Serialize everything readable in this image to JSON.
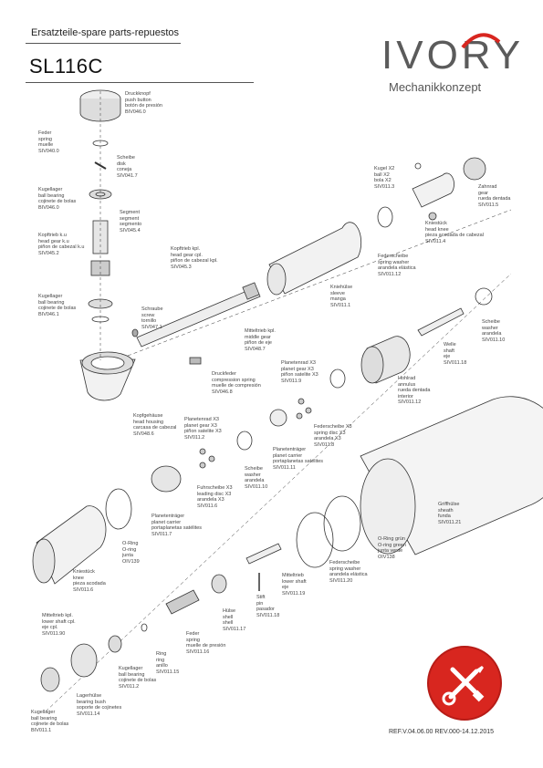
{
  "header": {
    "doc_title": "Ersatzteile-spare parts-repuestos",
    "model": "SL116C"
  },
  "logo": {
    "word": "IVORY",
    "subtitle": "Mechanikkonzept",
    "color": "#5b5b5b",
    "arc_color": "#d8261f"
  },
  "badge": {
    "icon": "wrench-screwdriver-icon",
    "color": "#d8261f"
  },
  "footer": {
    "reference": "REF.V.04.06.00 REV.000-14.12.2015"
  },
  "parts": [
    {
      "id": "druckknopf",
      "text": "Druckknopf\npush button\nbotón de presión\nBIV046.0"
    },
    {
      "id": "feder-1",
      "text": "Feder\nspring\nmuelle\nSIV040.0"
    },
    {
      "id": "scheibe-1",
      "text": "Scheibe\ndisk\nconeja\nSIV041.7"
    },
    {
      "id": "kugellager-1",
      "text": "Kugellager\nball bearing\ncojinete de bolas\nBIV046.0"
    },
    {
      "id": "segment",
      "text": "Segment\nsegment\nsegmento\nSIV045.4"
    },
    {
      "id": "kopftrieb-ku",
      "text": "Kopftrieb k.u\nhead gear k.u\npiñon de cabezal k.u\nSIV045.2"
    },
    {
      "id": "kopftrieb-kpl",
      "text": "Kopftrieb kpl.\nhead gear cpl.\npiñon de cabezal kpl.\nSIV045.3"
    },
    {
      "id": "kugellager-2",
      "text": "Kugellager\nball bearing\ncojinete de bolas\nBIV046.1"
    },
    {
      "id": "schraube",
      "text": "Schraube\nscrew\ntornillo\nSIV047.1"
    },
    {
      "id": "kugel",
      "text": "Kugel X2\nball X2\nbola X2\nSIV011.3"
    },
    {
      "id": "zahnrad",
      "text": "Zahnrad\ngear\nrueda dentada\nSIV011.5"
    },
    {
      "id": "kniestueck-kopf",
      "text": "Kniestück\nhead knee\npieza acodada de cabezal\nSIV011.4"
    },
    {
      "id": "federscheibe-1",
      "text": "Federscheibe\nspring washer\narandela elástica\nSIV011.12"
    },
    {
      "id": "kniehuelse",
      "text": "Kniehülse\nsleeve\nmanga\nSIV011.1"
    },
    {
      "id": "mitteltrieb-kpl",
      "text": "Mitteltrieb kpl.\nmiddle gear\npiñon de eje\nSIV048.7"
    },
    {
      "id": "scheibe-2",
      "text": "Scheibe\nwasher\narandela\nSIV011.10"
    },
    {
      "id": "welle",
      "text": "Welle\nshaft\neje\nSIV011.18"
    },
    {
      "id": "druckfeder",
      "text": "Druckfeder\ncompression spring\nmuelle de compresión\nSIV046.8"
    },
    {
      "id": "planetenrad-1",
      "text": "Planetenrad X3\nplanet gear X3\npiñon satelite X3\nSIV011.9"
    },
    {
      "id": "hohlrad",
      "text": "Hohlrad\nannulus\nrueda dentada\ninterior\nSIV011.12"
    },
    {
      "id": "kopfgehaeuse",
      "text": "Kopfgehäuse\nhead housing\ncarcasa de cabezal\nSIV048.6"
    },
    {
      "id": "planetenrad-2",
      "text": "Planetenrad X3\nplanet gear X3\npiñon satelite X3\nSIV011.2"
    },
    {
      "id": "federscheibe-x3",
      "text": "Federscheibe X3\nspring disc X3\narandela X3\nSIV011.8"
    },
    {
      "id": "planetentraeger",
      "text": "Planetenträger\nplanet carrier\nportaplanetas satélites\nSIV011.11"
    },
    {
      "id": "scheibe-3",
      "text": "Scheibe\nwasher\narandela\nSIV011.10"
    },
    {
      "id": "fuehrscheibe",
      "text": "Fuhrscheibe X3\nleading disc X3\narandela X3\nSIV011.6"
    },
    {
      "id": "planetentraeger-2",
      "text": "Planetenträger\nplanet carrier\nportaplanetas satélites\nSIV011.7"
    },
    {
      "id": "o-ring-1",
      "text": "O-Ring\nO-ring\njunta\nOIV139"
    },
    {
      "id": "griffhuelse",
      "text": "Griffhülse\nsheath\nfunda\nSIV011.21"
    },
    {
      "id": "kniestueck",
      "text": "Kniestück\nknee\npieza acodada\nSIV011.6"
    },
    {
      "id": "o-ring-2",
      "text": "O-Ring grün\nO-ring green\njunta verde\nOIV138"
    },
    {
      "id": "federscheibe-2",
      "text": "Federscheibe\nspring washer\narandela elástica\nSIV011.20"
    },
    {
      "id": "mitteltrieb-welle",
      "text": "Mitteltrieb\nlower shaft\neje\nSIV011.19"
    },
    {
      "id": "stift",
      "text": "Stift\npin\npasador\nSIV011.18"
    },
    {
      "id": "mitteltrieb-kpl-2",
      "text": "Mitteltrieb kpl.\nlower shaft cpl.\neje cpl.\nSIV011.90"
    },
    {
      "id": "huelse",
      "text": "Hülse\nshell\nshell\nSIV011.17"
    },
    {
      "id": "feder-2",
      "text": "Feder\nspring\nmuelle de presión\nSIV011.16"
    },
    {
      "id": "ring",
      "text": "Ring\nring\nanillo\nSIV011.15"
    },
    {
      "id": "kugellager-3",
      "text": "Kugellager\nball bearing\ncojinete de bolas\nSIV011.2"
    },
    {
      "id": "lagerhuelse",
      "text": "Lagerhülse\nbearing bush\nsoporte de cojinetes\nSIV011.14"
    },
    {
      "id": "kugellager-4",
      "text": "Kugellager\nball bearing\ncojinete de bolas\nBIV011.1"
    }
  ]
}
